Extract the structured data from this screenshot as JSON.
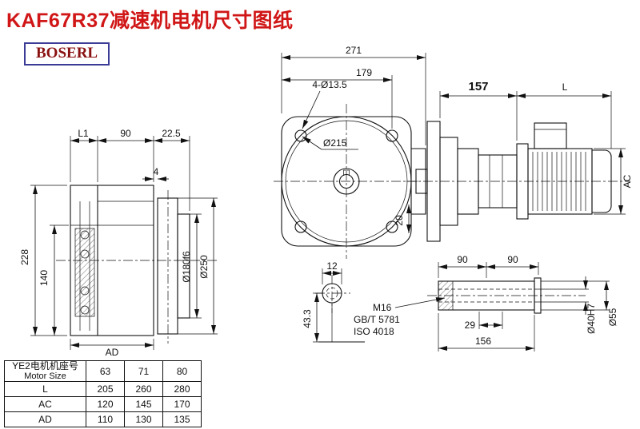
{
  "title": "KAF67R37减速机电机尺寸图纸",
  "logo": "BOSERL",
  "front_view": {
    "l1": "L1",
    "w90": "90",
    "w22_5": "22.5",
    "gap4": "4",
    "h228": "228",
    "h140": "140",
    "ad": "AD",
    "d180": "Ø180f6",
    "d250": "Ø250"
  },
  "flange_view": {
    "w271": "271",
    "w179": "179",
    "holes": "4-Ø13.5",
    "d215": "Ø215",
    "t20": "20"
  },
  "side_view": {
    "w157": "157",
    "l": "L",
    "ac": "AC"
  },
  "section_view": {
    "w12": "12",
    "h43_3": "43.3"
  },
  "shaft_view": {
    "w90a": "90",
    "w90b": "90",
    "m16": "M16",
    "gb": "GB/T 5781",
    "iso": "ISO 4018",
    "w29": "29",
    "w156": "156",
    "d40": "Ø40H7",
    "d55": "Ø55"
  },
  "table": {
    "header_label_cn": "YE2电机机座号",
    "header_label_en": "Motor Size",
    "sizes": [
      "63",
      "71",
      "80"
    ],
    "rows": [
      {
        "label": "L",
        "values": [
          "205",
          "260",
          "280"
        ]
      },
      {
        "label": "AC",
        "values": [
          "120",
          "145",
          "170"
        ]
      },
      {
        "label": "AD",
        "values": [
          "110",
          "130",
          "135"
        ]
      }
    ]
  }
}
